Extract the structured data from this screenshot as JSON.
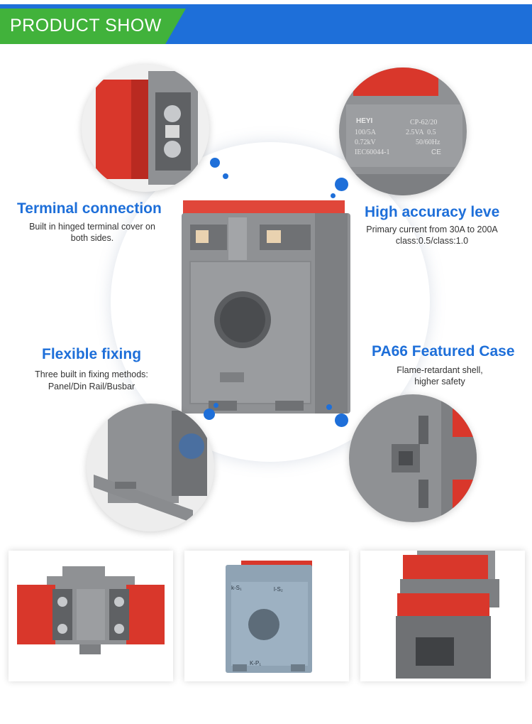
{
  "banner": {
    "title": "PRODUCT SHOW"
  },
  "colors": {
    "accent_blue": "#1e6fd9",
    "accent_green": "#41b23b",
    "housing_grey": "#8f9194",
    "cover_red": "#d9372b"
  },
  "features": {
    "terminal": {
      "title": "Terminal connection",
      "lines": [
        "Built in hinged terminal cover on",
        "both sides."
      ]
    },
    "accuracy": {
      "title": "High accuracy leve",
      "lines": [
        "Primary current from 30A to 200A",
        "class:0.5/class:1.0"
      ]
    },
    "fixing": {
      "title": "Flexible fixing",
      "lines": [
        "Three built in fixing methods:",
        "Panel/Din Rail/Busbar"
      ]
    },
    "case": {
      "title": "PA66 Featured Case",
      "lines": [
        "Flame-retardant shell,",
        "higher safety"
      ]
    }
  },
  "nameplate": {
    "brand": "HEYI",
    "model": "CP-62/20",
    "ratio": "100/5A",
    "burden": "2.5VA  0.5",
    "voltage": "0.72kV",
    "frequency": "50/60Hz",
    "standard": "IEC60044-1",
    "mark": "CE"
  },
  "terminal_markings": {
    "s1": "k-S₁",
    "s2": "l-S₂",
    "p1": "K-P₁"
  },
  "icons": [
    "hinged-cover-icon",
    "nameplate-icon",
    "din-rail-icon",
    "case-latch-icon"
  ]
}
